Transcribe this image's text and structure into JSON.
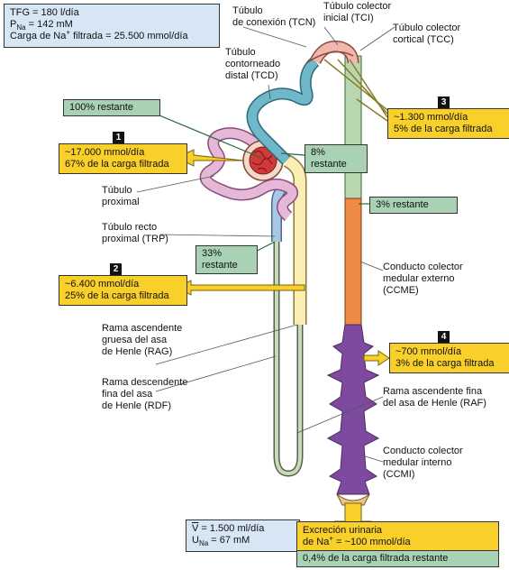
{
  "summary": {
    "tfg": "TFG = 180 l/día",
    "pna_prefix": "P",
    "pna_sub": "Na",
    "pna_value": " = 142 mM",
    "carga_prefix": "Carga de Na",
    "carga_sup": "+",
    "carga_suffix": " filtrada = 25.500 mmol/día"
  },
  "labels": {
    "tcn_1": "Túbulo",
    "tcn_2": "de conexión (TCN)",
    "tci_1": "Túbulo colector",
    "tci_2": "inicial (TCI)",
    "tcc_1": "Túbulo colector",
    "tcc_2": "cortical (TCC)",
    "tcd_1": "Túbulo",
    "tcd_2": "contorneado",
    "tcd_3": "distal (TCD)",
    "tp_1": "Túbulo",
    "tp_2": "proximal",
    "trp_1": "Túbulo recto",
    "trp_2": "proximal (TRP)",
    "ccme_1": "Conducto colector",
    "ccme_2": "medular externo",
    "ccme_3": "(CCME)",
    "rag_1": "Rama ascendente",
    "rag_2": "gruesa del asa",
    "rag_3": "de Henle (RAG)",
    "rdf_1": "Rama descendente",
    "rdf_2": "fina del asa",
    "rdf_3": "de Henle (RDF)",
    "raf_1": "Rama ascendente fina",
    "raf_2": "del asa de Henle (RAF)",
    "ccmi_1": "Conducto colector",
    "ccmi_2": "medular interno",
    "ccmi_3": "(CCMI)"
  },
  "remaining": {
    "r100": "100% restante",
    "r8_1": "8%",
    "r8_2": "restante",
    "r3": "3% restante",
    "r33_1": "33%",
    "r33_2": "restante"
  },
  "callouts": {
    "c1": {
      "num": "1",
      "line1": "~17.000 mmol/día",
      "line2": "67% de la carga filtrada"
    },
    "c2": {
      "num": "2",
      "line1": "~6.400 mmol/día",
      "line2": "25% de la carga filtrada"
    },
    "c3": {
      "num": "3",
      "line1": "~1.300 mmol/día",
      "line2": "5% de la carga filtrada"
    },
    "c4": {
      "num": "4",
      "line1": "~700 mmol/día",
      "line2": "3% de la carga filtrada"
    }
  },
  "urine": {
    "v_value": " = 1.500 ml/día",
    "v_symbol": "V",
    "una_prefix": "U",
    "una_sub": "Na",
    "una_value": " = 67 mM"
  },
  "excretion": {
    "line1": "Excreción urinaria",
    "line2_prefix": "de Na",
    "line2_sup": "+",
    "line2_suffix": " = ~100 mmol/día",
    "line3": "0,4% de la carga filtrada restante"
  },
  "colors": {
    "proximal": "#e6b8d8",
    "trp": "#a9c8e6",
    "tal": "#fbeeb5",
    "distal": "#6fb7c9",
    "tcn": "#f0b7ac",
    "cortical_duct": "#b8d7b0",
    "outer_duct": "#ef8a45",
    "inner_duct": "#7d4aa0",
    "thin": "#c8dcb2",
    "callout": "#f9cf2a",
    "remaining": "#a9d2b5",
    "summary": "#d6e6f4"
  }
}
